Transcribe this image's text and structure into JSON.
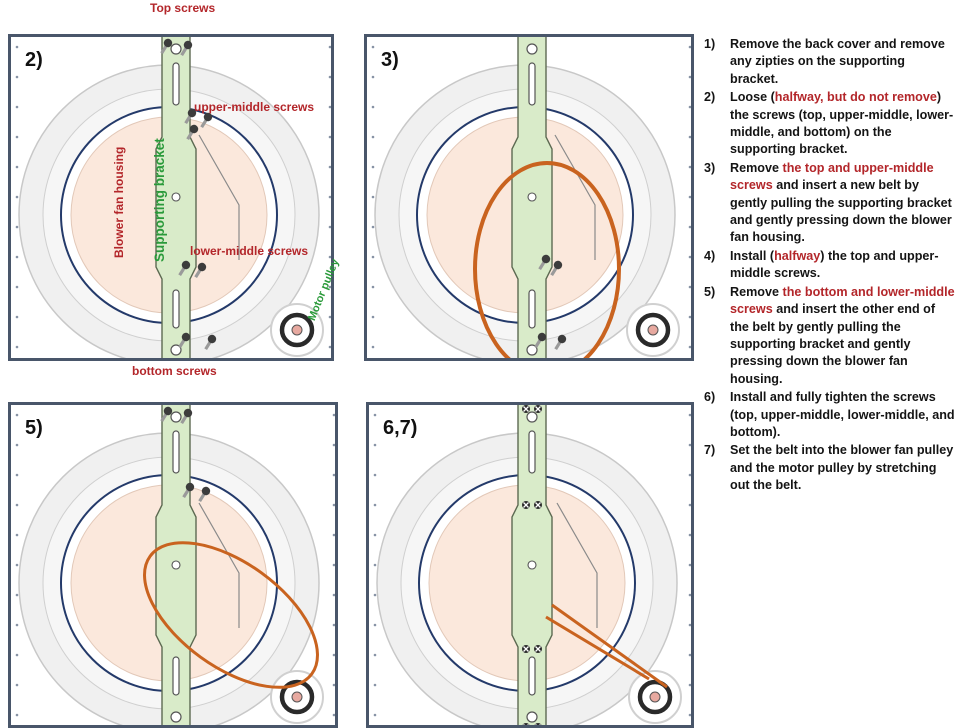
{
  "panels": [
    {
      "label": "2)",
      "belt": "none"
    },
    {
      "label": "3)",
      "belt": "vertical"
    },
    {
      "label": "5)",
      "belt": "diagonal"
    },
    {
      "label": "6,7)",
      "belt": "installed"
    }
  ],
  "callouts": {
    "top_screws": "Top screws",
    "upper_middle_screws": "upper-middle screws",
    "lower_middle_screws": "lower-middle screws",
    "bottom_screws": "bottom screws",
    "blower_fan_housing": "Blower fan housing",
    "supporting_bracket": "Supporting bracket",
    "motor_pulley": "Motor pulley"
  },
  "steps": [
    {
      "num": "1)",
      "parts": [
        {
          "text": "Remove the back cover and remove any zipties on the  supporting bracket.",
          "hl": false
        }
      ]
    },
    {
      "num": "2)",
      "parts": [
        {
          "text": "Loose (",
          "hl": false
        },
        {
          "text": "halfway, but do not remove",
          "hl": true
        },
        {
          "text": ") the screws (top, upper-middle, lower-middle, and bottom) on the supporting bracket.",
          "hl": false
        }
      ]
    },
    {
      "num": "3)",
      "parts": [
        {
          "text": "Remove ",
          "hl": false
        },
        {
          "text": "the top and upper-middle screws",
          "hl": true
        },
        {
          "text": " and insert a new belt by gently pulling the supporting bracket and gently pressing down the blower fan housing.",
          "hl": false
        }
      ]
    },
    {
      "num": "4)",
      "parts": [
        {
          "text": "Install (",
          "hl": false
        },
        {
          "text": "halfway",
          "hl": true
        },
        {
          "text": ") the top and upper-middle screws.",
          "hl": false
        }
      ]
    },
    {
      "num": "5)",
      "parts": [
        {
          "text": "Remove ",
          "hl": false
        },
        {
          "text": "the bottom and lower-middle screws",
          "hl": true
        },
        {
          "text": " and insert the other end of the belt by gently pulling the supporting bracket and gently pressing down the blower fan housing.",
          "hl": false
        }
      ]
    },
    {
      "num": "6)",
      "parts": [
        {
          "text": "Install and fully tighten the screws (top, upper-middle, lower-middle, and bottom).",
          "hl": false
        }
      ]
    },
    {
      "num": "7)",
      "parts": [
        {
          "text": "Set the belt into the blower fan pulley and the motor pulley by stretching out the belt.",
          "hl": false
        }
      ]
    }
  ],
  "colors": {
    "frame": "#49566a",
    "ring_outer": "#f0f0f0",
    "housing": "#fbe8dc",
    "bracket": "#d9ebc9",
    "belt": "#c9631f",
    "callout": "#b3262a",
    "bracket_label": "#2a9a3a"
  }
}
